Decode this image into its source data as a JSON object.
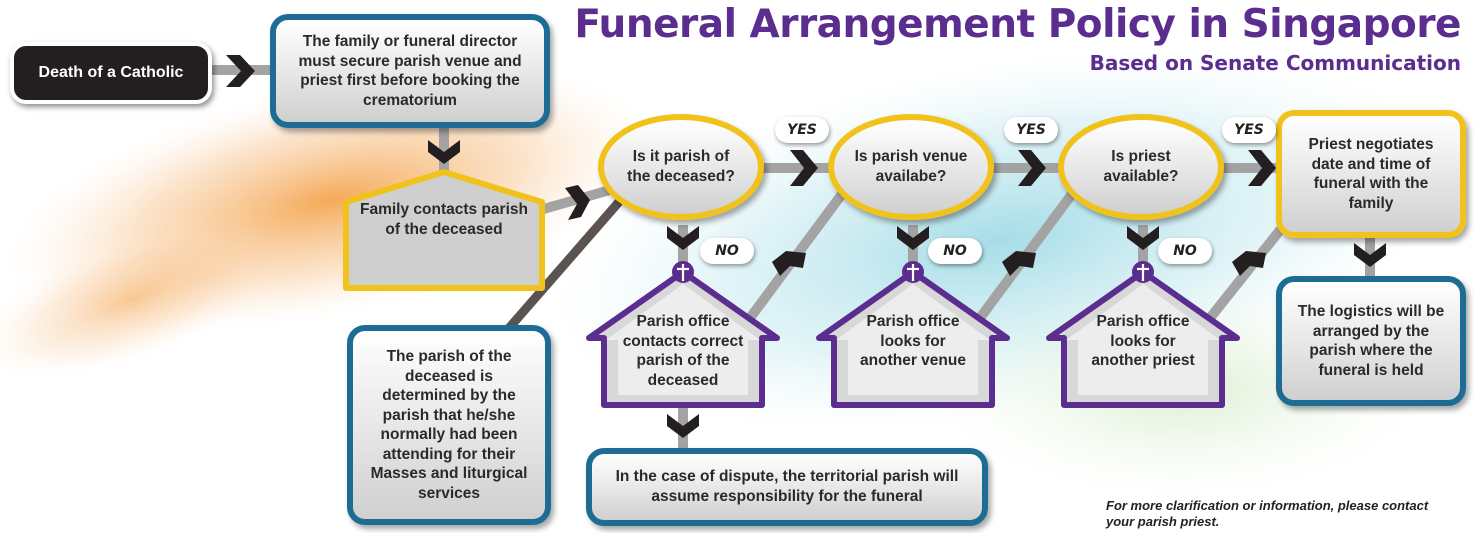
{
  "title": "Funeral Arrangement Policy in Singapore",
  "subtitle": "Based on Senate Communication",
  "nodes": {
    "start": "Death of a Catholic",
    "secure": "The family or funeral director must secure parish venue and priest first before booking the crematorium",
    "contacts": "Family contacts parish of the deceased",
    "determined": "The parish of the deceased is determined by the parish that he/she normally had been attending for their Masses and liturgical services",
    "q_parish": "Is it parish of the deceased?",
    "q_venue": "Is parish venue availabe?",
    "q_priest": "Is priest available?",
    "negotiates": "Priest negotiates date and time of funeral with the family",
    "office_correct": "Parish office contacts correct parish of the deceased",
    "office_venue": "Parish office looks for another venue",
    "office_priest": "Parish office looks for another priest",
    "logistics": "The logistics will be arranged by the parish where the funeral is held",
    "dispute": "In the case of dispute, the territorial parish will assume responsibility for the funeral"
  },
  "labels": {
    "yes": "YES",
    "no": "NO"
  },
  "footnote": "For more clarification or information, please contact your parish priest.",
  "colors": {
    "title": "#5b2d8e",
    "blue_border": "#1d6c93",
    "gold_border": "#f1c21b",
    "purple_border": "#5b2d8e",
    "arrow": "#231f20",
    "connector": "#9a9a9a"
  }
}
